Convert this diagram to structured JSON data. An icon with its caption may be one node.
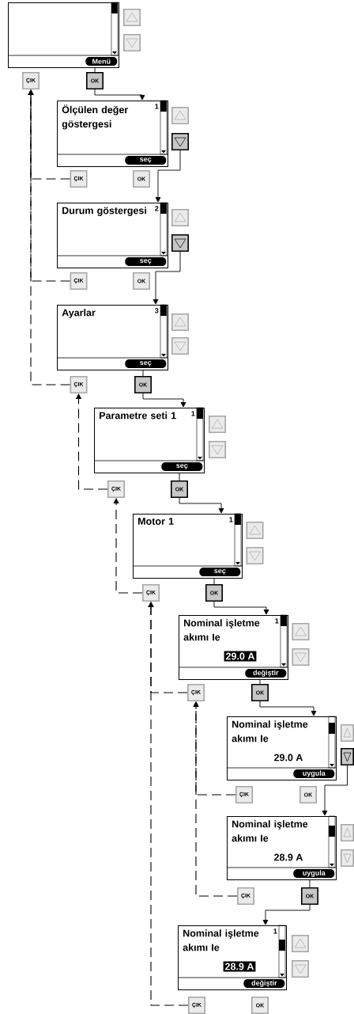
{
  "diagram": {
    "nodes": [
      {
        "text": [
          "Menü"
        ]
      },
      {
        "text": [],
        "shape": "box"
      },
      {
        "text": [],
        "shape": "box"
      },
      {
        "text": [
          "ÇIK"
        ]
      },
      {
        "text": [
          "OK"
        ]
      },
      {
        "text": [
          "Ölçülen değer göstergesi",
          "1",
          "seç"
        ]
      },
      {
        "text": [],
        "shape": "box"
      },
      {
        "text": [],
        "shape": "box"
      },
      {
        "text": [
          "ÇIK"
        ]
      },
      {
        "text": [
          "OK"
        ]
      },
      {
        "text": [
          "Durum göstergesi",
          "2",
          "seç"
        ]
      },
      {
        "text": [],
        "shape": "box"
      },
      {
        "text": [],
        "shape": "box"
      },
      {
        "text": [
          "ÇIK"
        ]
      },
      {
        "text": [
          "OK"
        ]
      },
      {
        "text": [
          "Ayarlar",
          "3",
          "seç"
        ]
      },
      {
        "text": [],
        "shape": "box"
      },
      {
        "text": [],
        "shape": "box"
      },
      {
        "text": [
          "ÇIK"
        ]
      },
      {
        "text": [
          "OK"
        ]
      },
      {
        "text": [
          "Parametre seti 1",
          "1",
          "seç"
        ]
      },
      {
        "text": [],
        "shape": "box"
      },
      {
        "text": [],
        "shape": "box"
      },
      {
        "text": [
          "ÇIK"
        ]
      },
      {
        "text": [
          "OK"
        ]
      },
      {
        "text": [
          "Motor 1",
          "1",
          "seç"
        ]
      },
      {
        "text": [],
        "shape": "box"
      },
      {
        "text": [],
        "shape": "box"
      },
      {
        "text": [
          "ÇIK"
        ]
      },
      {
        "text": [
          "OK"
        ]
      },
      {
        "text": [
          "Nominal işletme akımı Ie",
          "29.0 A",
          "1",
          "değiştir"
        ]
      },
      {
        "text": [],
        "shape": "box"
      },
      {
        "text": [],
        "shape": "box"
      },
      {
        "text": [
          "ÇIK"
        ]
      },
      {
        "text": [
          "OK"
        ]
      },
      {
        "text": [
          "Nominal işletme akımı Ie",
          "29.0 A",
          "uygula"
        ]
      },
      {
        "text": [],
        "shape": "box"
      },
      {
        "text": [],
        "shape": "box"
      },
      {
        "text": [
          "ÇIK"
        ]
      },
      {
        "text": [
          "OK"
        ]
      },
      {
        "text": [
          "Nominal işletme akımı Ie",
          "28.9 A",
          "uygula"
        ]
      },
      {
        "text": [],
        "shape": "box"
      },
      {
        "text": [],
        "shape": "box"
      },
      {
        "text": [
          "ÇIK"
        ]
      },
      {
        "text": [
          "OK"
        ]
      },
      {
        "text": [
          "Nominal işletme akımı Ie",
          "28.9 A",
          "1",
          "değiştir"
        ]
      },
      {
        "text": [],
        "shape": "box"
      },
      {
        "text": [],
        "shape": "box"
      },
      {
        "text": [
          "ÇIK"
        ]
      },
      {
        "text": [
          "OK"
        ]
      }
    ],
    "edges": [
      {
        "from": 0,
        "to": 4,
        "arrow": "none"
      },
      {
        "from": 4,
        "to": 5,
        "arrow": "to"
      },
      {
        "from": 7,
        "to": 10,
        "arrow": "to"
      },
      {
        "from": 12,
        "to": 15,
        "arrow": "to"
      },
      {
        "from": 15,
        "to": 19,
        "arrow": "none"
      },
      {
        "from": 19,
        "to": 20,
        "arrow": "to"
      },
      {
        "from": 20,
        "to": 24,
        "arrow": "none"
      },
      {
        "from": 24,
        "to": 25,
        "arrow": "to"
      },
      {
        "from": 25,
        "to": 29,
        "arrow": "none"
      },
      {
        "from": 29,
        "to": 30,
        "arrow": "to"
      },
      {
        "from": 30,
        "to": 34,
        "arrow": "none"
      },
      {
        "from": 34,
        "to": 35,
        "arrow": "to"
      },
      {
        "from": 37,
        "to": 40,
        "arrow": "to"
      },
      {
        "from": 40,
        "to": 44,
        "arrow": "none"
      },
      {
        "from": 44,
        "to": 45,
        "arrow": "to"
      },
      {
        "from": 8,
        "to": 3,
        "arrow": "to",
        "style": "dashed"
      },
      {
        "from": 13,
        "to": 3,
        "arrow": "to",
        "style": "dashed"
      },
      {
        "from": 18,
        "to": 3,
        "arrow": "to",
        "style": "dashed"
      },
      {
        "from": 23,
        "to": 18,
        "arrow": "to",
        "style": "dashed"
      },
      {
        "from": 28,
        "to": 23,
        "arrow": "to",
        "style": "dashed"
      },
      {
        "from": 33,
        "to": 28,
        "arrow": "to",
        "style": "dashed"
      },
      {
        "from": 38,
        "to": 33,
        "arrow": "to",
        "style": "dashed"
      },
      {
        "from": 43,
        "to": 33,
        "arrow": "to",
        "style": "dashed"
      },
      {
        "from": 48,
        "to": 28,
        "arrow": "to",
        "style": "dashed"
      }
    ]
  }
}
